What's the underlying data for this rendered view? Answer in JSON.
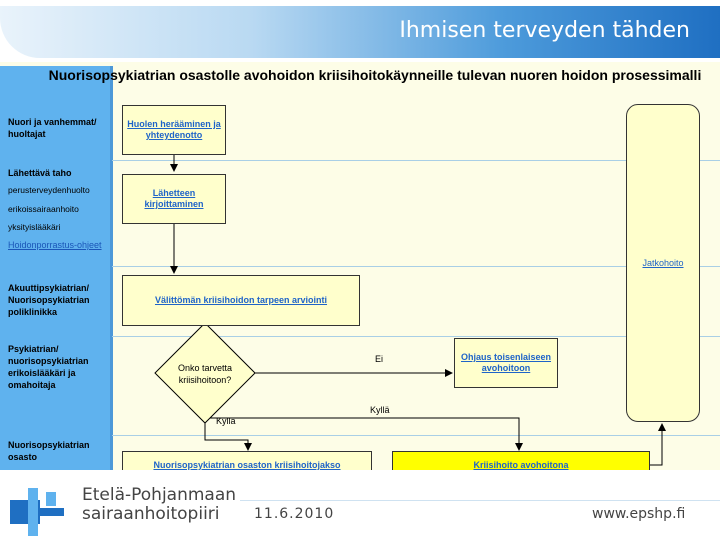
{
  "header": {
    "title": "Ihmisen terveyden tähden"
  },
  "page_title": "Nuorisopsykiatrian osastolle avohoidon kriisihoitokäynneille tulevan nuoren hoidon prosessimalli",
  "lanes": {
    "lane1": "Nuori ja vanhemmat/ huoltajat",
    "lane2_title": "Lähettävä taho",
    "lane2_items": [
      "perusterveydenhuolto",
      "erikoissairaanhoito",
      "yksityislääkäri"
    ],
    "lane2_link": "Hoidonporrastus-ohjeet",
    "lane3": "Akuuttipsykiatrian/ Nuorisopsykiatrian poliklinikka",
    "lane4": "Psykiatrian/ nuorisopsykiatrian erikoislääkäri ja omahoitaja",
    "lane5": "Nuorisopsykiatrian osasto"
  },
  "process": {
    "step1": "Huolen herääminen ja yhteydenotto",
    "step2": "Lähetteen kirjoittaminen",
    "step3": "Välittömän kriisihoidon tarpeen arviointi",
    "decision": "Onko tarvetta kriisihoitoon?",
    "no_label": "Ei",
    "yes_label": "Kyllä",
    "yes_label2": "Kyllä",
    "refer": "Ohjaus toisenlaiseen avohoitoon",
    "ward": "Nuorisopsykiatrian osaston kriisihoitojakso",
    "outpatient": "Kriisihoito avohoitona",
    "followup": "Jatkohoito"
  },
  "footer": {
    "org_line1": "Etelä-Pohjanmaan",
    "org_line2": "sairaanhoitopiiri",
    "date": "11.6.2010",
    "web": "www.epshp.fi"
  },
  "colors": {
    "accent": "#1f6fc2",
    "lane": "#5fb2ee",
    "box": "#ffffcc",
    "highlight": "#ffff00"
  }
}
